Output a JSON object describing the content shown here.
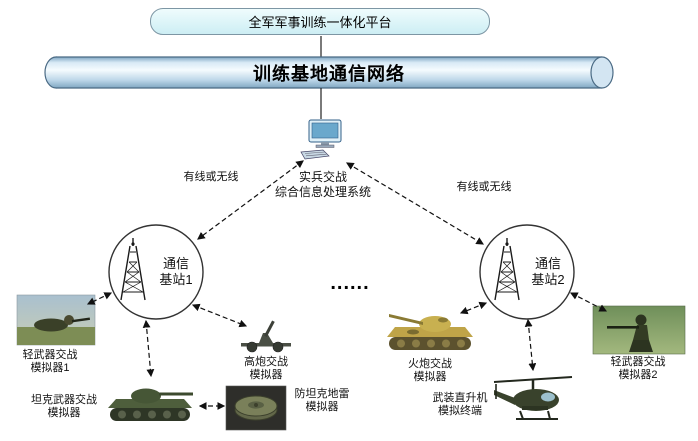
{
  "platform": {
    "title": "全军军事训练一体化平台"
  },
  "network": {
    "title": "训练基地通信网络"
  },
  "processor": {
    "label": "实兵交战\n综合信息处理系统"
  },
  "links": {
    "left": "有线或无线",
    "right": "有线或无线"
  },
  "stations": {
    "s1": "通信\n基站1",
    "s2": "通信\n基站2",
    "ellipsis": "......"
  },
  "devices": {
    "light1": "轻武器交战\n模拟器1",
    "aagun": "高炮交战\n模拟器",
    "tank": "坦克武器交战\n模拟器",
    "mine": "防坦克地雷\n模拟器",
    "artillery": "火炮交战\n模拟器",
    "heli": "武装直升机\n模拟终端",
    "light2": "轻武器交战\n模拟器2"
  },
  "colors": {
    "platform_fill": "#d9f2f6",
    "pipe_fill": "#bcd6e8",
    "line": "#111111",
    "circle_stroke": "#333333"
  }
}
